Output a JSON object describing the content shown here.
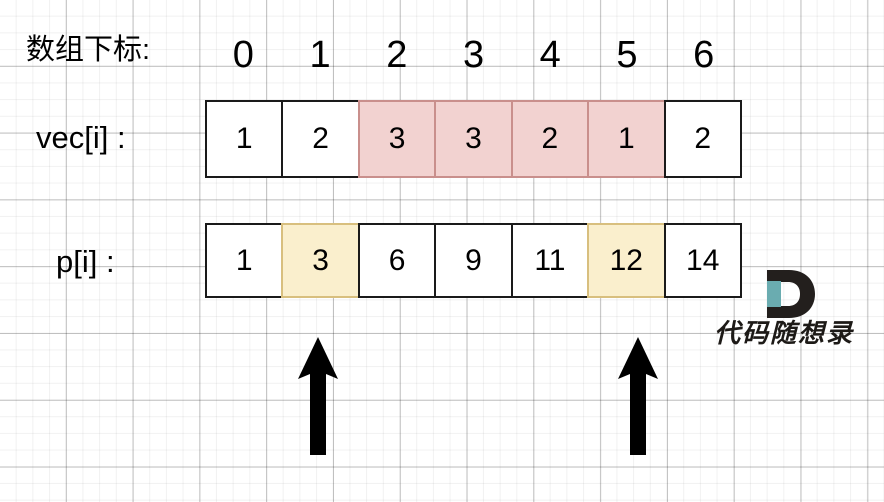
{
  "labels": {
    "index_row": "数组下标:",
    "vec_row": "vec[i] :",
    "p_row": "p[i] :"
  },
  "indices": [
    "0",
    "1",
    "2",
    "3",
    "4",
    "5",
    "6"
  ],
  "vec": {
    "values": [
      "1",
      "2",
      "3",
      "3",
      "2",
      "1",
      "2"
    ],
    "highlight_color": "#f2d2d0",
    "highlighted_indices": [
      2,
      3,
      4,
      5
    ]
  },
  "p": {
    "values": [
      "1",
      "3",
      "6",
      "9",
      "11",
      "12",
      "14"
    ],
    "highlight_color": "#faefcd",
    "highlighted_indices": [
      1,
      5
    ]
  },
  "arrows": [
    {
      "name": "arrow-pointing-p-index-1",
      "points_to_index": 1,
      "points_to_value": "3"
    },
    {
      "name": "arrow-pointing-p-index-5",
      "points_to_index": 5,
      "points_to_value": "12"
    }
  ],
  "watermark": {
    "logo_letter": "D",
    "text": "代码随想录",
    "logo_dark": "#231f1d",
    "logo_accent": "#6aacb0"
  },
  "canvas": {
    "background": "#ffffff",
    "grid_minor": "rgba(0,0,0,0.055)",
    "grid_major": "rgba(0,0,0,0.22)",
    "ink": "#000000"
  }
}
